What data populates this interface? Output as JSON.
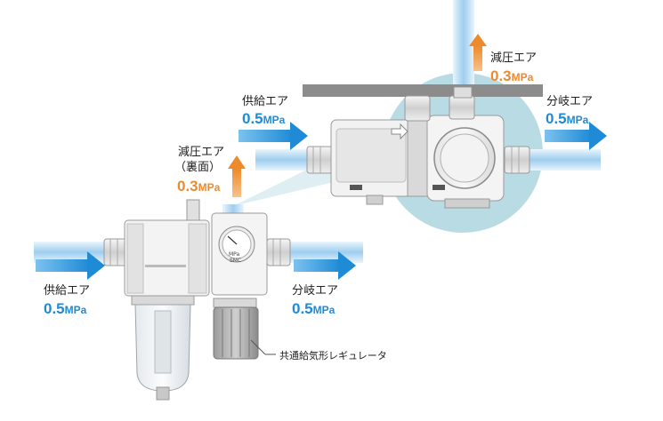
{
  "colors": {
    "supply_blue": "#1f8bd6",
    "reduced_orange": "#ee8a2c",
    "pipe_blue": "#a9d3ef",
    "circle_bg": "#b9dbe3"
  },
  "labels": {
    "supply_top": {
      "title": "供給エア",
      "value": "0.5",
      "unit": "MPa"
    },
    "reduced_top": {
      "title": "減圧エア",
      "value": "0.3",
      "unit": "MPa"
    },
    "branch_top": {
      "title": "分岐エア",
      "value": "0.5",
      "unit": "MPa"
    },
    "reduced_back": {
      "title": "減圧エア",
      "subtitle": "（裏面）",
      "value": "0.3",
      "unit": "MPa"
    },
    "supply_bottom": {
      "title": "供給エア",
      "value": "0.5",
      "unit": "MPa"
    },
    "branch_bottom": {
      "title": "分岐エア",
      "value": "0.5",
      "unit": "MPa"
    }
  },
  "callout": {
    "text": "共通給気形レギュレータ"
  },
  "gauge": {
    "unit": "MPa",
    "brand": "SMC"
  }
}
